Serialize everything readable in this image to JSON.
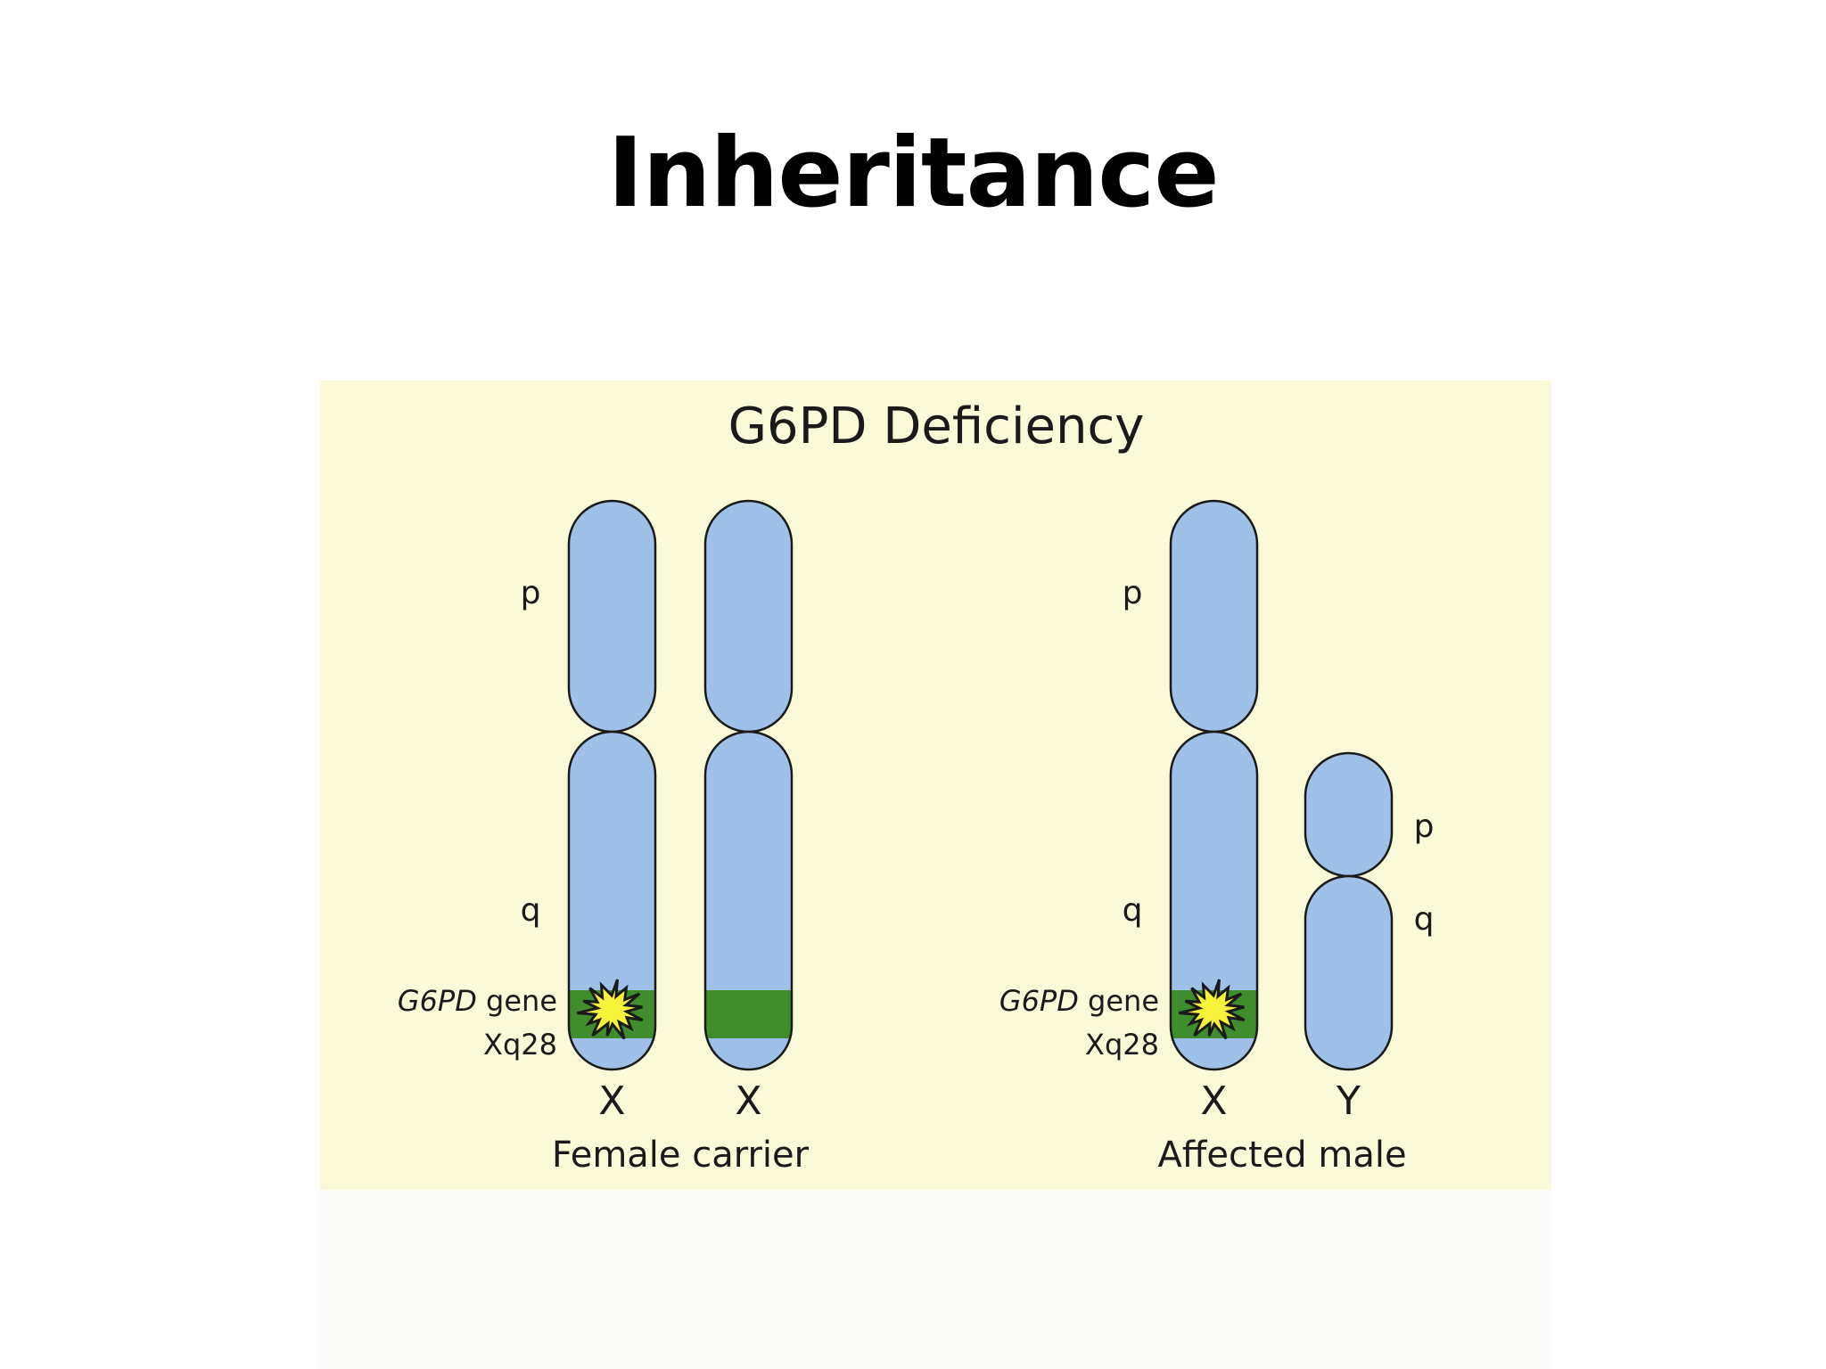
{
  "slide": {
    "title": "Inheritance"
  },
  "figure": {
    "title": "G6PD Deficiency",
    "background_color": "#fbfad8",
    "chromosome_color": "#9fc1e8",
    "gene_band_color": "#3f8d2c",
    "mutation_color": "#f7f23a",
    "groups": [
      {
        "caption": "Female carrier",
        "chromosomes": [
          {
            "letter": "X",
            "mutated": true
          },
          {
            "letter": "X",
            "mutated": false
          }
        ],
        "arm_labels": {
          "p": "p",
          "q": "q"
        },
        "gene_label": {
          "gene": "G6PD",
          "suffix": " gene",
          "locus": "Xq28"
        }
      },
      {
        "caption": "Affected male",
        "chromosomes": [
          {
            "letter": "X",
            "mutated": true
          },
          {
            "letter": "Y",
            "mutated": false
          }
        ],
        "arm_labels": {
          "p": "p",
          "q": "q"
        },
        "y_arm_labels": {
          "p": "p",
          "q": "q"
        },
        "gene_label": {
          "gene": "G6PD",
          "suffix": " gene",
          "locus": "Xq28"
        }
      }
    ]
  }
}
